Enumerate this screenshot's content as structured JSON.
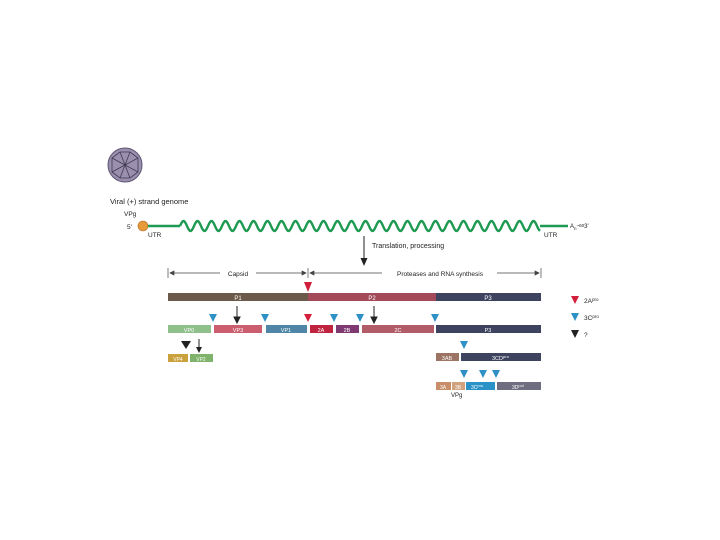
{
  "genome": {
    "label": "Viral (+) strand genome",
    "vpg": "VPg",
    "five_prime": "5'",
    "utr_left": "UTR",
    "utr_right": "UTR",
    "three_prime_tail": "A",
    "three_prime_sub": "n",
    "three_prime_sup": "~60",
    "three_prime_end": "3'"
  },
  "translation_label": "Translation, processing",
  "regions": {
    "capsid": "Capsid",
    "proteases": "Proteases and RNA synthesis"
  },
  "polyprotein": {
    "p1": "P1",
    "p2": "P2",
    "p3": "P3"
  },
  "row2": {
    "vp0": "VP0",
    "vp3": "VP3",
    "vp1": "VP1",
    "a2": "2A",
    "b2": "2B",
    "c2": "2C",
    "p3": "P3"
  },
  "row3": {
    "vp4": "VP4",
    "vp2": "VP2",
    "ab3": "3AB",
    "cd3": "3CD",
    "cd3_sup": "pro"
  },
  "row4": {
    "a3": "3A",
    "b3": "3B",
    "c3": "3C",
    "c3_sup": "pro",
    "d3": "3D",
    "d3_sup": "pol",
    "vpg": "VPg"
  },
  "legend": {
    "a2pro": "2A",
    "a2pro_sup": "pro",
    "c3pro": "3C",
    "c3pro_sup": "pro",
    "unknown": "?"
  },
  "colors": {
    "rna": "#1f9a52",
    "vpg": "#e89a3a",
    "p1": "#6b5a4a",
    "p2": "#a24a58",
    "p3": "#3e4460",
    "vp0": "#8fbf8b",
    "vp3": "#cc5d6e",
    "vp1": "#4f86a8",
    "a2": "#c0233f",
    "b2": "#7f3a72",
    "c2": "#b25c68",
    "vp4": "#c9a23e",
    "vp2": "#7fb26a",
    "ab3": "#9c7463",
    "a3": "#c88e6a",
    "b3": "#d0a27e",
    "c3": "#2b92c8",
    "d3": "#6e6e80",
    "red_marker": "#d21f3c",
    "blue_marker": "#2e91c6",
    "black_marker": "#222222"
  }
}
